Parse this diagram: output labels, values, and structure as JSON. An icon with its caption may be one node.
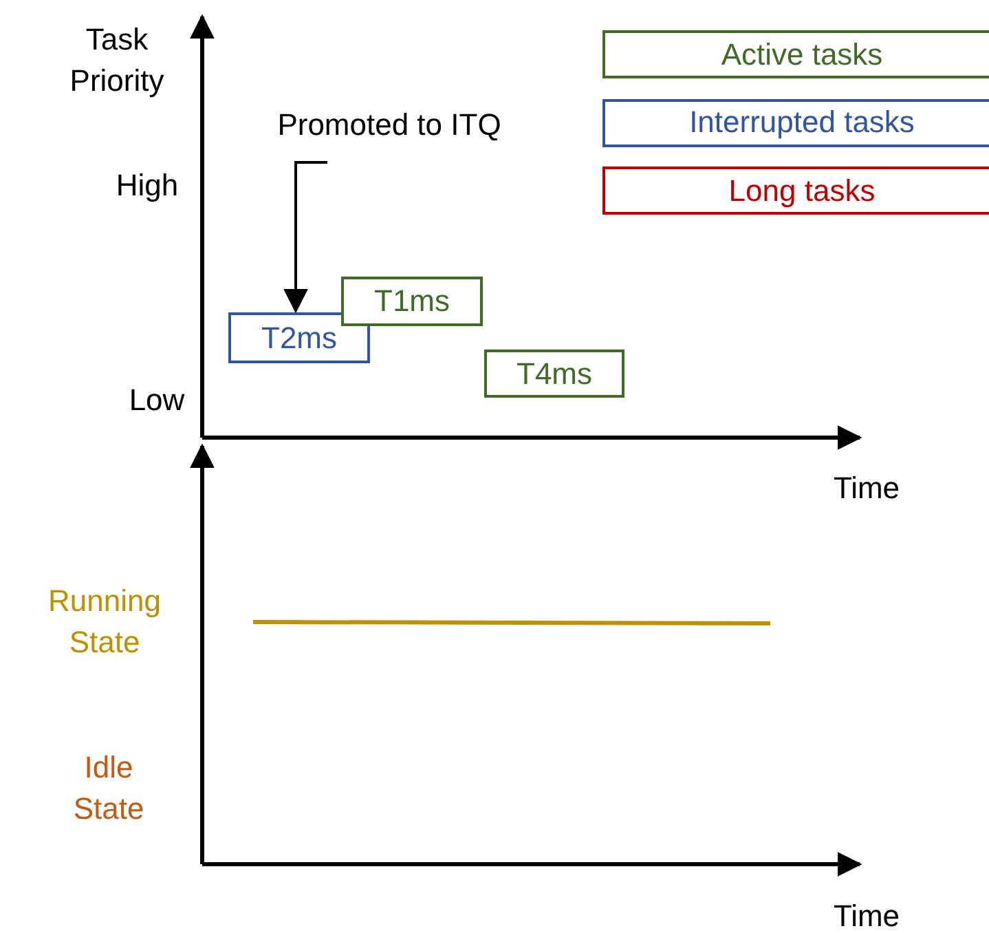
{
  "diagram": {
    "nodes": [
      {
        "text": [
          "Promoted to ITQ"
        ]
      },
      {
        "text": [
          "T2ms"
        ]
      },
      {
        "text": [
          "T1ms"
        ]
      },
      {
        "text": [
          "T4ms"
        ]
      }
    ],
    "edges": [
      {
        "from": 0,
        "to": 1,
        "arrow": "to"
      }
    ],
    "labels": [
      "Task Priority",
      "High",
      "Low",
      "Time",
      "Running State",
      "Idle State",
      "Time"
    ],
    "legend": [
      {
        "text": "Active tasks",
        "color": "#3f6b25"
      },
      {
        "text": "Interrupted tasks",
        "color": "#2f55a4"
      },
      {
        "text": "Long tasks",
        "color": "#c00000"
      }
    ]
  }
}
